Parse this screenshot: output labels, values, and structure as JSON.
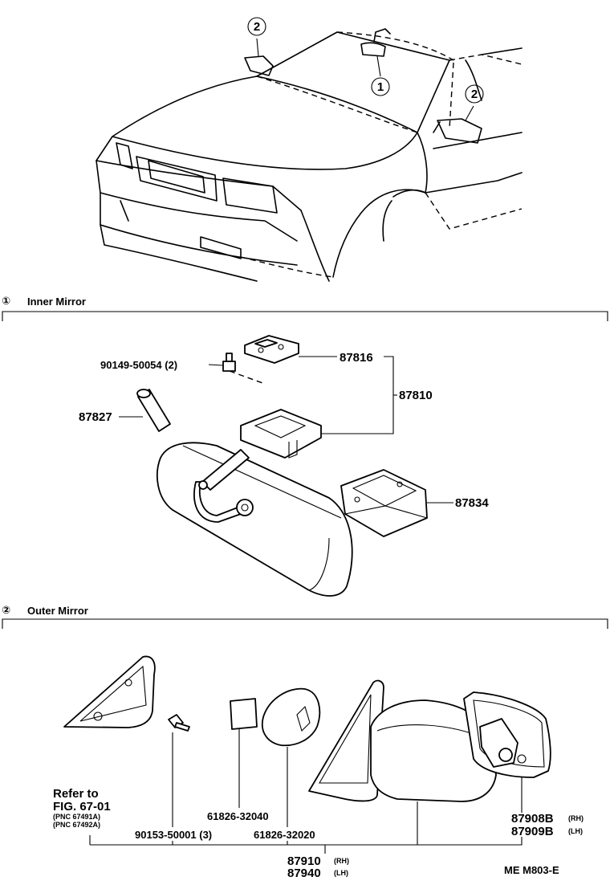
{
  "callouts": {
    "one": "①",
    "two": "②"
  },
  "sections": {
    "inner": {
      "marker": "①",
      "title": "Inner Mirror"
    },
    "outer": {
      "marker": "②",
      "title": "Outer Mirror"
    }
  },
  "inner_parts": {
    "bolt": "90149-50054 (2)",
    "base": "87816",
    "assembly": "87810",
    "cap": "87827",
    "cover": "87834"
  },
  "outer_parts": {
    "refer_line1": "Refer to",
    "refer_line2": "FIG. 67-01",
    "refer_pnc1": "(PNC 67491A)",
    "refer_pnc2": "(PNC 67492A)",
    "screw": "90153-50001 (3)",
    "seal1": "61826-32040",
    "seal2": "61826-32020",
    "rh_num": "87910",
    "rh_tag": "(RH)",
    "lh_num": "87940",
    "lh_tag": "(LH)",
    "glass_rh_num": "87908B",
    "glass_rh_tag": "(RH)",
    "glass_lh_num": "87909B",
    "glass_lh_tag": "(LH)"
  },
  "footer": {
    "code": "ME  M803-E"
  }
}
